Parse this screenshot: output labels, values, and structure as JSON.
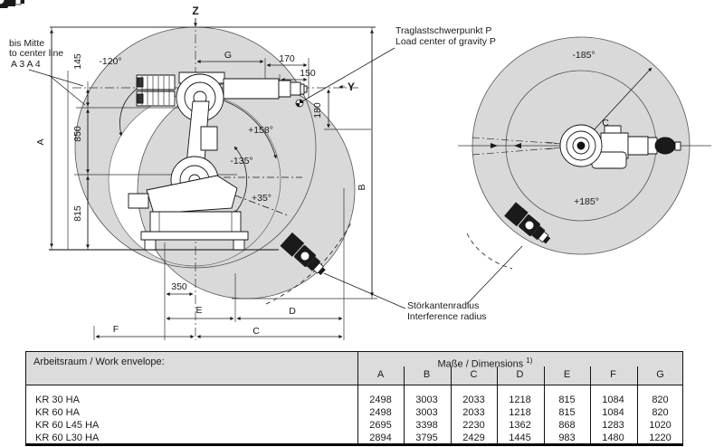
{
  "colors": {
    "envelope_fill": "#d9d9d9",
    "table_header_bg": "#dcdcdc",
    "line": "#1a1a1a"
  },
  "left_view": {
    "axis_z": "Z",
    "axis_y": "Y",
    "note_line1": "bis Mitte",
    "note_line2": "to center line",
    "note_line3": "A 3   A 4",
    "angle_neg120": "-120°",
    "angle_pos158": "+158°",
    "angle_neg135": "-135°",
    "angle_pos35": "+35°",
    "dim_g": "G",
    "dim_170": "170",
    "dim_150": "150",
    "dim_180": "180",
    "dim_145": "145",
    "dim_850": "850",
    "dim_815": "815",
    "dim_a": "A",
    "dim_b": "B",
    "dim_350": "350",
    "dim_e": "E",
    "dim_d": "D",
    "dim_f": "F",
    "dim_c": "C"
  },
  "top_view": {
    "angle_neg": "-185°",
    "angle_pos": "+185°",
    "radius_label": "C"
  },
  "annotations": {
    "load_center_line1": "Traglastschwerpunkt P",
    "load_center_line2": "Load center of gravity P",
    "interference_line1": "Störkantenradius",
    "interference_line2": "Interference radius"
  },
  "table": {
    "work_envelope_header": "Arbeitsraum / Work envelope:",
    "dimensions_header": "Maße / Dimensions",
    "dimensions_footnote_ref": "1)",
    "columns": [
      "A",
      "B",
      "C",
      "D",
      "E",
      "F",
      "G"
    ],
    "rows": [
      {
        "name": "KR 30 HA",
        "values": [
          "2498",
          "3003",
          "2033",
          "1218",
          "815",
          "1084",
          "820"
        ]
      },
      {
        "name": "KR 60 HA",
        "values": [
          "2498",
          "3003",
          "2033",
          "1218",
          "815",
          "1084",
          "820"
        ]
      },
      {
        "name": "KR 60 L45 HA",
        "values": [
          "2695",
          "3398",
          "2230",
          "1362",
          "868",
          "1283",
          "1020"
        ]
      },
      {
        "name": "KR 60 L30 HA",
        "values": [
          "2894",
          "3795",
          "2429",
          "1445",
          "983",
          "1480",
          "1220"
        ]
      }
    ]
  }
}
